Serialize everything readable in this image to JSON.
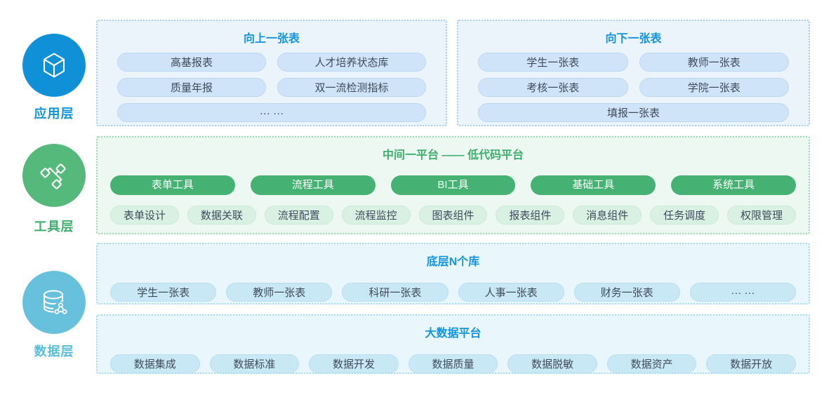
{
  "layers": {
    "app": {
      "label": "应用层"
    },
    "tool": {
      "label": "工具层"
    },
    "data": {
      "label": "数据层"
    }
  },
  "up": {
    "title": "向上一张表",
    "pills": [
      "高基报表",
      "人才培养状态库",
      "质量年报",
      "双一流检测指标",
      "··· ···"
    ]
  },
  "down": {
    "title": "向下一张表",
    "pills": [
      "学生一张表",
      "教师一张表",
      "考核一张表",
      "学院一张表",
      "填报一张表"
    ]
  },
  "mid": {
    "title": "中间一平台 —— 低代码平台",
    "tools": [
      "表单工具",
      "流程工具",
      "BI工具",
      "基础工具",
      "系统工具"
    ],
    "features": [
      "表单设计",
      "数据关联",
      "流程配置",
      "流程监控",
      "图表组件",
      "报表组件",
      "消息组件",
      "任务调度",
      "权限管理"
    ]
  },
  "ndb": {
    "title": "底层N个库",
    "pills": [
      "学生一张表",
      "教师一张表",
      "科研一张表",
      "人事一张表",
      "财务一张表",
      "··· ···"
    ]
  },
  "bigdata": {
    "title": "大数据平台",
    "pills": [
      "数据集成",
      "数据标准",
      "数据开发",
      "数据质量",
      "数据脱敏",
      "数据资产",
      "数据开放"
    ]
  },
  "colors": {
    "blue_accent": "#1494da",
    "green_accent": "#3eae6d",
    "cyan_accent": "#5abed9",
    "app_circle": "#0f90d7",
    "tool_circle": "#54b97b",
    "data_circle": "#68c1dc",
    "blue_box_bg": "#ebf3fb",
    "green_box_bg": "#eef8f2",
    "cyan_box_bg": "#e9f6fb",
    "blue_pill": "#cfe4f8",
    "cyan_pill": "#c9e8f6",
    "green_pill_solid": "#45b274",
    "green_pill_light": "#d9f1e2",
    "pill_text": "#3f4b5c"
  }
}
